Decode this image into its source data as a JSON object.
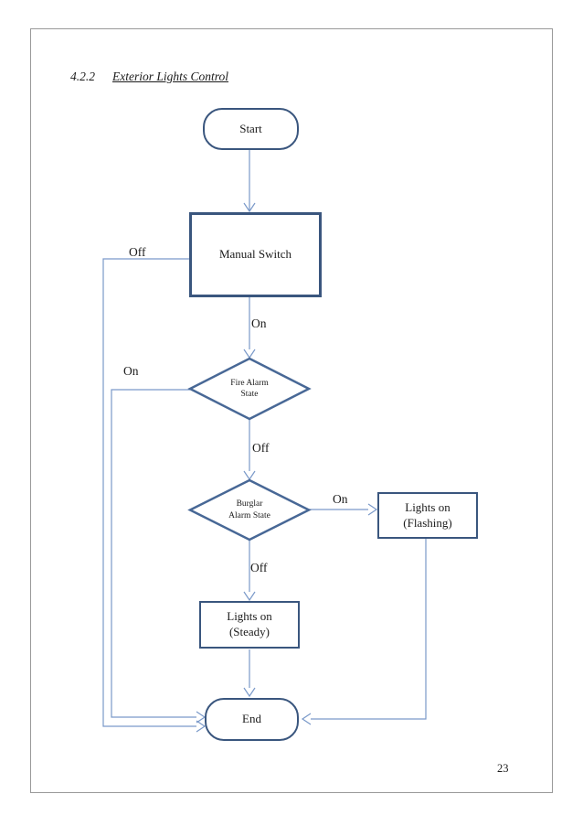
{
  "page": {
    "heading_number": "4.2.2",
    "heading_title": "Exterior Lights Control",
    "page_number": "23"
  },
  "colors": {
    "shape_border": "#3a567e",
    "diamond_border": "#486896",
    "connector": "#7a99c9",
    "page_border": "#999999",
    "text": "#1b1b1b"
  },
  "flowchart": {
    "nodes": {
      "start": {
        "label": "Start",
        "type": "terminator"
      },
      "manual_switch": {
        "label": "Manual Switch",
        "type": "process"
      },
      "fire_alarm": {
        "label": "Fire Alarm\nState",
        "type": "decision"
      },
      "burglar_alarm": {
        "label": "Burglar\nAlarm State",
        "type": "decision"
      },
      "lights_flashing": {
        "label": "Lights on\n(Flashing)",
        "type": "process"
      },
      "lights_steady": {
        "label": "Lights on\n(Steady)",
        "type": "process"
      },
      "end": {
        "label": "End",
        "type": "terminator"
      }
    },
    "edge_labels": {
      "manual_off": "Off",
      "manual_on": "On",
      "fire_on": "On",
      "fire_off": "Off",
      "burglar_on": "On",
      "burglar_off": "Off"
    }
  }
}
